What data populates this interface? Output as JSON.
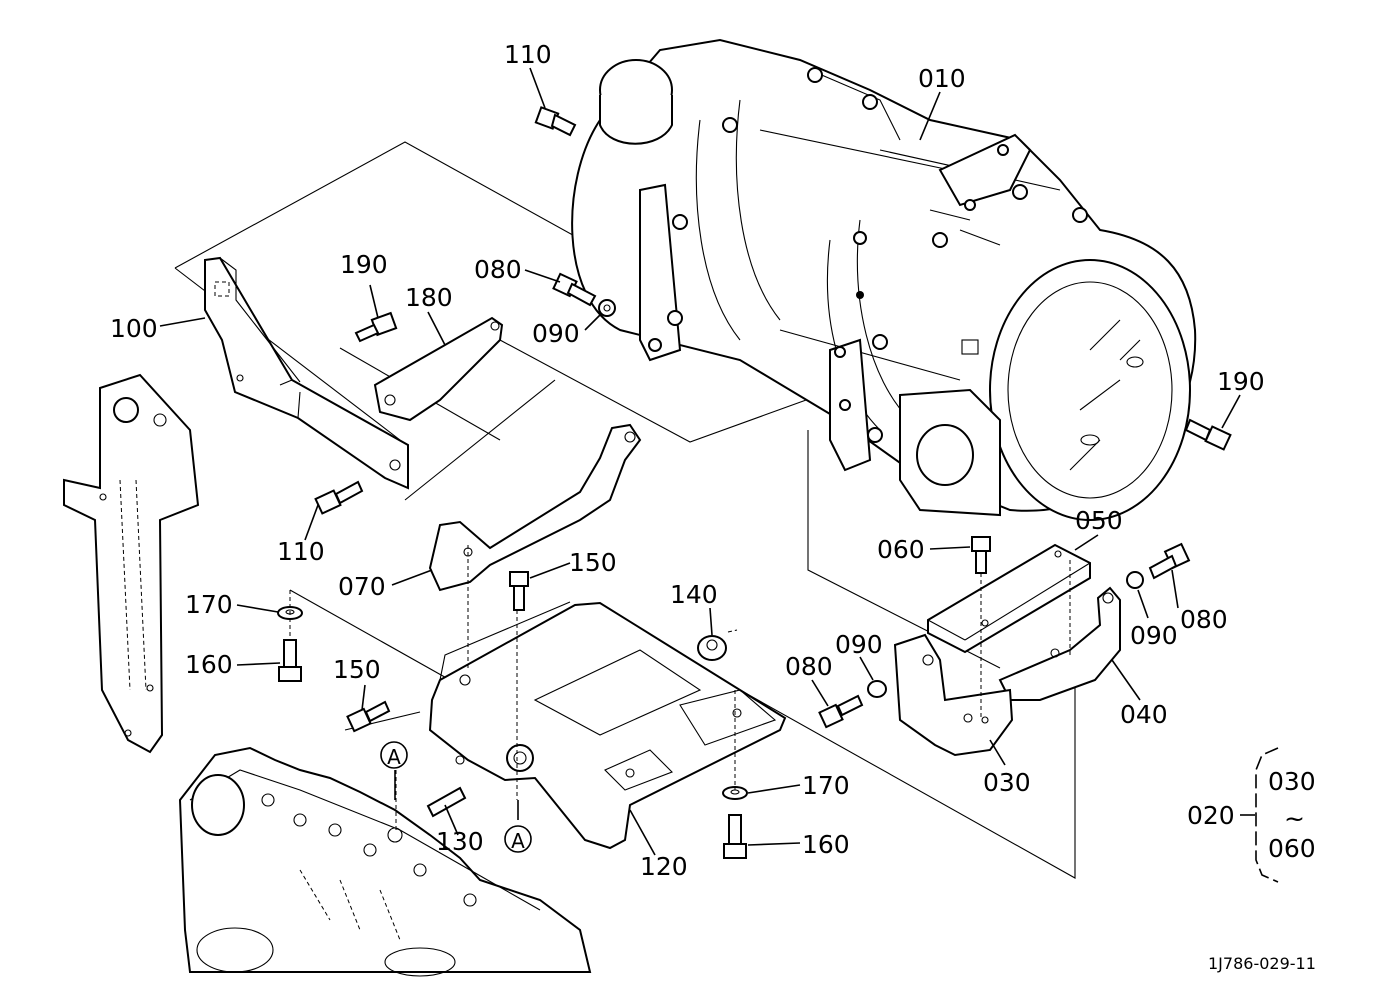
{
  "labels": {
    "p010": "010",
    "p020": "020",
    "p030": "030",
    "p030b": "030",
    "p040": "040",
    "p050": "050",
    "p060": "060",
    "p060b": "060",
    "p070": "070",
    "p080a": "080",
    "p080b": "080",
    "p080c": "080",
    "p090a": "090",
    "p090b": "090",
    "p090c": "090",
    "p100": "100",
    "p110a": "110",
    "p110b": "110",
    "p120": "120",
    "p130": "130",
    "p140": "140",
    "p150a": "150",
    "p150b": "150",
    "p160a": "160",
    "p160b": "160",
    "p170a": "170",
    "p170b": "170",
    "p180": "180",
    "p190a": "190",
    "p190b": "190",
    "refA1": "A",
    "refA2": "A",
    "tilde": "~"
  },
  "drawing_number": "1J786-029-11"
}
